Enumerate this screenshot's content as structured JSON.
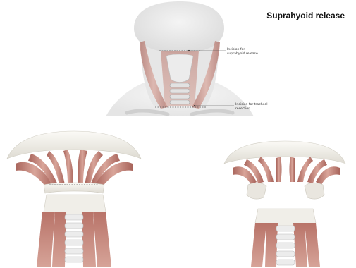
{
  "title": "Suprahyoid release",
  "labels": {
    "suprahyoid_incision": [
      "Incision for",
      "suprahyoid release"
    ],
    "tracheal_incision": [
      "Incision for tracheal",
      "resection"
    ]
  },
  "colors": {
    "background": "#ffffff",
    "muscle": "#c98f84",
    "muscle_dark": "#9e5b52",
    "skin": "#eeeeee",
    "bone": "#f1efe8",
    "incision_line": "#555555"
  }
}
